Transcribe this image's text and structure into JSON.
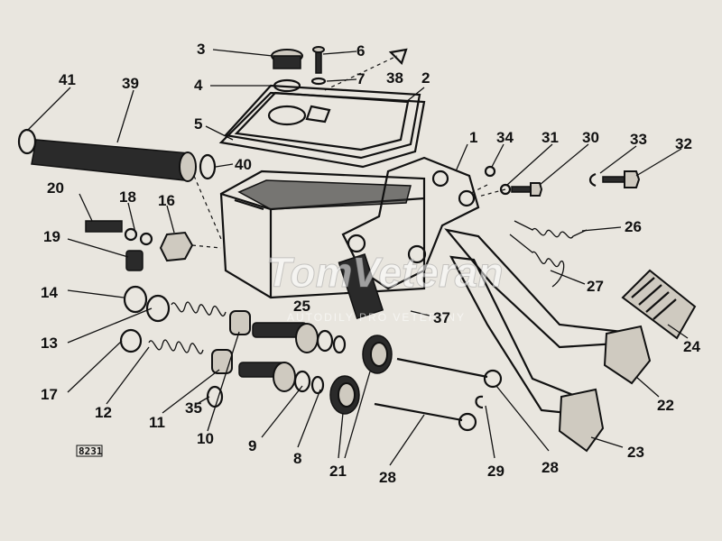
{
  "diagram": {
    "callouts": [
      "1",
      "2",
      "3",
      "4",
      "5",
      "6",
      "7",
      "8",
      "9",
      "10",
      "11",
      "12",
      "13",
      "14",
      "16",
      "17",
      "18",
      "19",
      "20",
      "21",
      "22",
      "23",
      "24",
      "25",
      "26",
      "27",
      "28",
      "28",
      "29",
      "30",
      "31",
      "32",
      "33",
      "34",
      "35",
      "37",
      "38",
      "39",
      "40",
      "41"
    ],
    "figure_code": "8231"
  },
  "watermark": {
    "brand": "TomVeteran",
    "tagline": "AUTODILY PRO VETERÁNY"
  }
}
